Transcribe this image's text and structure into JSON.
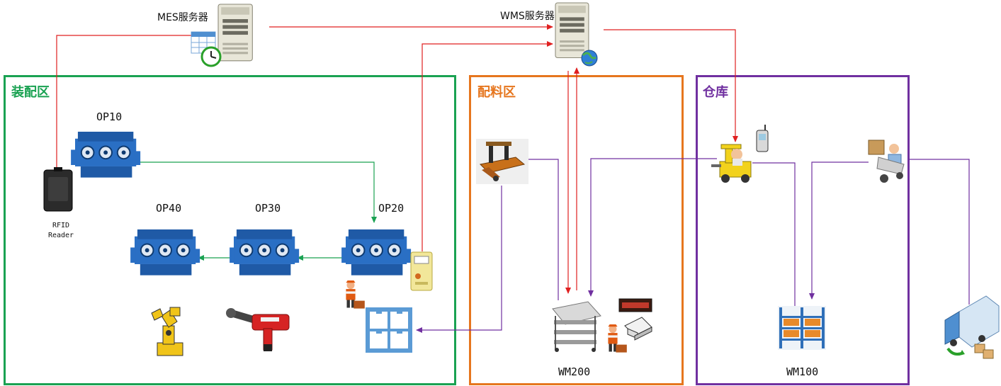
{
  "servers": {
    "mes": "MES服务器",
    "wms": "WMS服务器"
  },
  "zones": {
    "assembly": {
      "title": "装配区",
      "color": "#1aa252"
    },
    "kitting": {
      "title": "配料区",
      "color": "#e6761e"
    },
    "warehouse": {
      "title": "仓库",
      "color": "#7030a0"
    }
  },
  "stations": {
    "op10": "OP10",
    "op20": "OP20",
    "op30": "OP30",
    "op40": "OP40"
  },
  "rfid": {
    "line1": "RFID",
    "line2": "Reader"
  },
  "locations": {
    "wm200": "WM200",
    "wm100": "WM100"
  },
  "colors": {
    "info_flow": "#e02020",
    "assembly_flow": "#1aa252",
    "material_flow": "#7030a0",
    "engine_blue": "#2a6fc4"
  },
  "icons": [
    "server-icon",
    "calendar-clock-icon",
    "globe-icon",
    "rfid-reader-icon",
    "engine-block-icon",
    "robot-arm-icon",
    "torque-wrench-icon",
    "worker-icon",
    "handheld-terminal-icon",
    "bin-rack-icon",
    "pallet-jack-icon",
    "kitting-cart-icon",
    "printer-icon",
    "led-display-icon",
    "forklift-icon",
    "mobile-phone-icon",
    "hand-truck-icon",
    "storage-shelf-icon",
    "delivery-truck-icon"
  ]
}
